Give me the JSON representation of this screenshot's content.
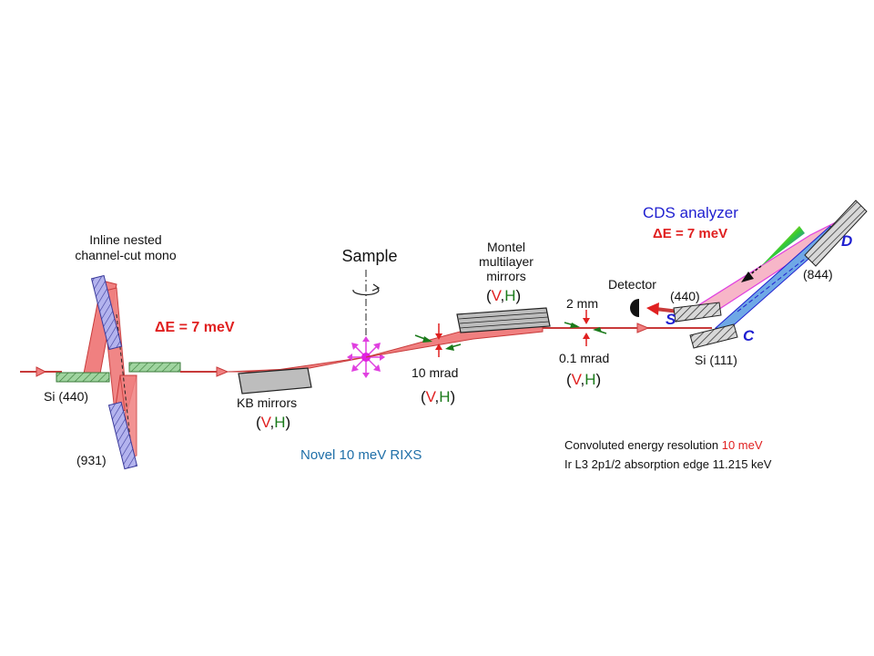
{
  "colors": {
    "beam": "#f08080",
    "beam_dark": "#c83a3a",
    "crystal_green": "#9fd49f",
    "crystal_blue": "#9a9ae6",
    "mirror_gray": "#bdbdbd",
    "red": "#e02020",
    "green": "#1a7a1a",
    "blue": "#1f1fd0",
    "teal_blue": "#1f6fa8",
    "magenta": "#e040e0",
    "analyzer_pink": "#f7b6c8",
    "analyzer_blue": "#6fa8e6"
  },
  "labels": {
    "mono_title_line1": "Inline nested",
    "mono_title_line2": "channel-cut mono",
    "mono_de": "ΔE = 7 meV",
    "si440_left": "Si (440)",
    "c931": "(931)",
    "kb_mirrors": "KB mirrors",
    "sample": "Sample",
    "mrad10": "10 mrad",
    "montel_line1": "Montel",
    "montel_line2": "multilayer",
    "montel_line3": "mirrors",
    "mm2": "2 mm",
    "mrad01": "0.1 mrad",
    "detector": "Detector",
    "cds_title": "CDS analyzer",
    "cds_de": "ΔE = 7 meV",
    "c440_right": "(440)",
    "c844": "(844)",
    "si111": "Si (111)",
    "letter_s": "S",
    "letter_c": "C",
    "letter_d": "D",
    "novel": "Novel 10 meV RIXS",
    "conv_prefix": "Convoluted energy resolution ",
    "conv_value": "10 meV",
    "ir_edge": "Ir L3 2p1/2 absorption edge 11.215 keV",
    "v": "V",
    "h": "H",
    "paren_open": "(",
    "comma": ",",
    "paren_close": ")"
  }
}
